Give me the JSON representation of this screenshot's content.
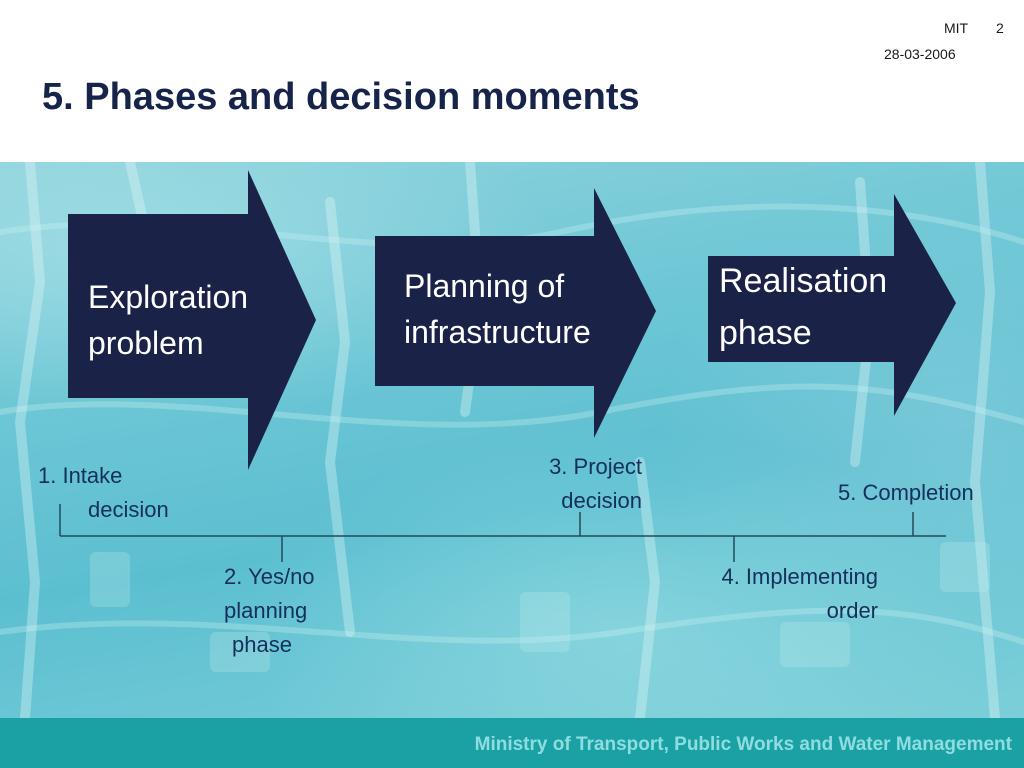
{
  "header": {
    "org_code": "MIT",
    "slide_number": "2",
    "date": "28-03-2006",
    "title": "5. Phases and decision moments"
  },
  "phases": [
    {
      "lines": [
        "Exploration",
        "problem"
      ],
      "color": "#1a2347"
    },
    {
      "lines": [
        "Planning of",
        "infrastructure"
      ],
      "color": "#1a2347"
    },
    {
      "lines": [
        "Realisation",
        "phase"
      ],
      "color": "#1a2347"
    }
  ],
  "milestones": [
    {
      "lines": [
        "1. Intake",
        "decision"
      ],
      "side": "above"
    },
    {
      "lines": [
        "2. Yes/no",
        "planning",
        "phase"
      ],
      "side": "below"
    },
    {
      "lines": [
        "3. Project",
        "decision"
      ],
      "side": "above"
    },
    {
      "lines": [
        "4. Implementing",
        "order"
      ],
      "side": "below"
    },
    {
      "lines": [
        "5. Completion"
      ],
      "side": "above"
    }
  ],
  "footer": {
    "text": "Ministry of Transport, Public Works and Water Management"
  },
  "colors": {
    "title": "#16244a",
    "arrow_fill": "#1a2347",
    "timeline": "#234a5a",
    "footer_bg": "#1aa1a4",
    "footer_text": "#8fdde0"
  }
}
